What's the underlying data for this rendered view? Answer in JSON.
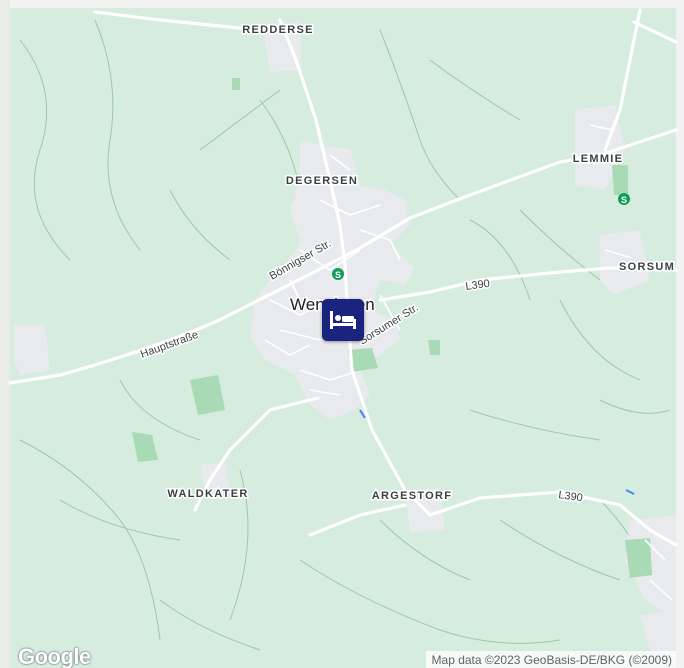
{
  "map": {
    "places": {
      "redderse": "REDDERSE",
      "degersen": "DEGERSEN",
      "lemmie": "LEMMIE",
      "sorsum": "SORSUM",
      "waldkater": "WALDKATER",
      "argestorf": "ARGESTORF"
    },
    "town": "Wennigsen",
    "roads": {
      "bonnigser": "Bönnigser Str.",
      "hauptstrasse": "Hauptstraße",
      "sorsumer": "Sorsumer Str.",
      "l390_north": "L390",
      "l390_south": "L390"
    },
    "transit_glyph": "S",
    "marker_icon": "hotel-bed-icon",
    "colors": {
      "terrain": "#d6ecdf",
      "built_up": "#e8eaed",
      "road": "#ffffff",
      "park": "#a8dab5",
      "stream": "#4285f4",
      "marker": "#1a237e",
      "transit": "#0f9d58"
    }
  },
  "branding": {
    "logo_text": "Google"
  },
  "attribution": {
    "text": "Map data ©2023 GeoBasis-DE/BKG (©2009)"
  }
}
